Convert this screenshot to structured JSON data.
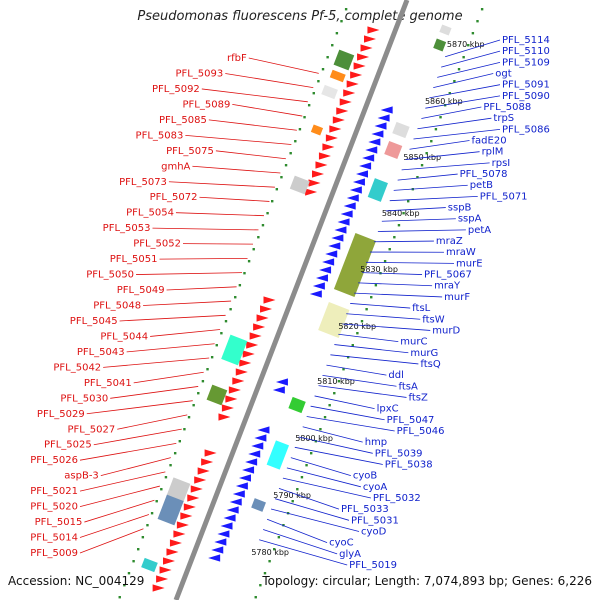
{
  "title": "Pseudomonas fluorescens Pf-5, complete genome",
  "footer": {
    "accession": "Accession: NC_004129",
    "topology": "Topology: circular; Length: 7,074,893 bp; Genes: 6,226"
  },
  "colors": {
    "backbone": "#8c8c8c",
    "forward_label": "#dd1111",
    "reverse_label": "#1122cc",
    "forward_gene": "#ff1a1a",
    "reverse_gene": "#1a1aff",
    "tick_dot": "#2e8b2e"
  },
  "kbp_ticks": [
    "5870 kbp",
    "5860 kbp",
    "5850 kbp",
    "5840 kbp",
    "5830 kbp",
    "5820 kbp",
    "5810 kbp",
    "5800 kbp",
    "5790 kbp",
    "5780 kbp"
  ],
  "left_labels": [
    "rfbF",
    "PFL_5093",
    "PFL_5092",
    "PFL_5089",
    "PFL_5085",
    "PFL_5083",
    "PFL_5075",
    "gmhA",
    "PFL_5073",
    "PFL_5072",
    "PFL_5054",
    "PFL_5053",
    "PFL_5052",
    "PFL_5051",
    "PFL_5050",
    "PFL_5049",
    "PFL_5048",
    "PFL_5045",
    "PFL_5044",
    "PFL_5043",
    "PFL_5042",
    "PFL_5041",
    "PFL_5030",
    "PFL_5029",
    "PFL_5027",
    "PFL_5025",
    "PFL_5026",
    "aspB-3",
    "PFL_5021",
    "PFL_5020",
    "PFL_5015",
    "PFL_5014",
    "PFL_5009"
  ],
  "right_labels": [
    "PFL_5114",
    "PFL_5110",
    "PFL_5109",
    "ogt",
    "PFL_5091",
    "PFL_5090",
    "PFL_5088",
    "trpS",
    "PFL_5086",
    "fadE20",
    "rplM",
    "rpsI",
    "PFL_5078",
    "petB",
    "PFL_5071",
    "sspB",
    "sspA",
    "petA",
    "mraZ",
    "mraW",
    "murE",
    "PFL_5067",
    "mraY",
    "murF",
    "ftsL",
    "ftsW",
    "murD",
    "murC",
    "murG",
    "ftsQ",
    "ddl",
    "ftsA",
    "ftsZ",
    "lpxC",
    "PFL_5047",
    "PFL_5046",
    "hmp",
    "PFL_5039",
    "PFL_5038",
    "cyoB",
    "cyoA",
    "PFL_5032",
    "PFL_5033",
    "PFL_5031",
    "cyoD",
    "cyoC",
    "glyA",
    "PFL_5019"
  ]
}
